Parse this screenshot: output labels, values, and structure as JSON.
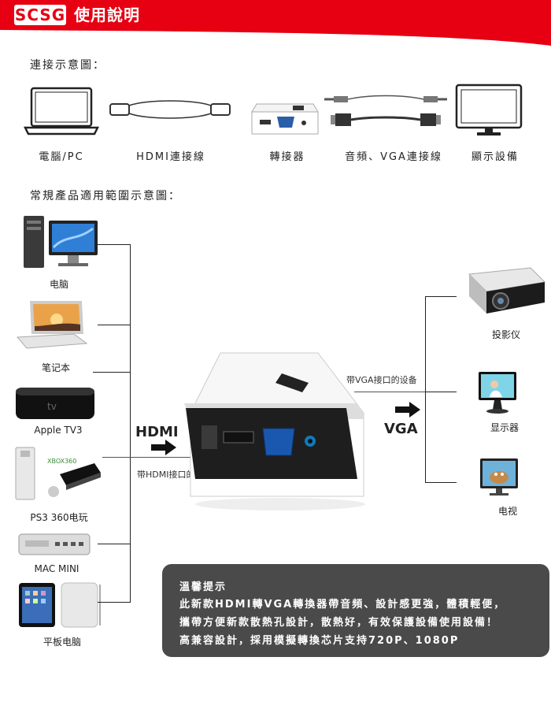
{
  "header": {
    "logo": "SCSG",
    "title": "使用說明"
  },
  "connection": {
    "heading": "連接示意圖：",
    "items": [
      "電腦/PC",
      "HDMI連接線",
      "轉接器",
      "音頻、VGA連接線",
      "顯示設備"
    ]
  },
  "scope": {
    "heading": "常規產品適用範圍示意圖：",
    "sources": [
      "电脑",
      "笔记本",
      "Apple TV3",
      "PS3  360电玩",
      "MAC MINI",
      "平板电脑"
    ],
    "hdmi_label": "HDMI",
    "hdmi_device_label": "带HDMI接口的设备",
    "vga_label": "VGA",
    "vga_device_label": "带VGA接口的设备",
    "outputs": [
      "投影仪",
      "显示器",
      "电视"
    ]
  },
  "tips": {
    "title": "溫馨提示",
    "lines": [
      "此新款HDMI轉VGA轉換器帶音頻、設計感更強，體積輕便，",
      "攜帶方便新款散熱孔設計，散熱好，有效保護設備使用設備！",
      "高兼容設計，採用模擬轉換芯片支持720P、1080P"
    ]
  },
  "colors": {
    "brand_red": "#e60012",
    "tips_bg": "#4a4a4a"
  }
}
